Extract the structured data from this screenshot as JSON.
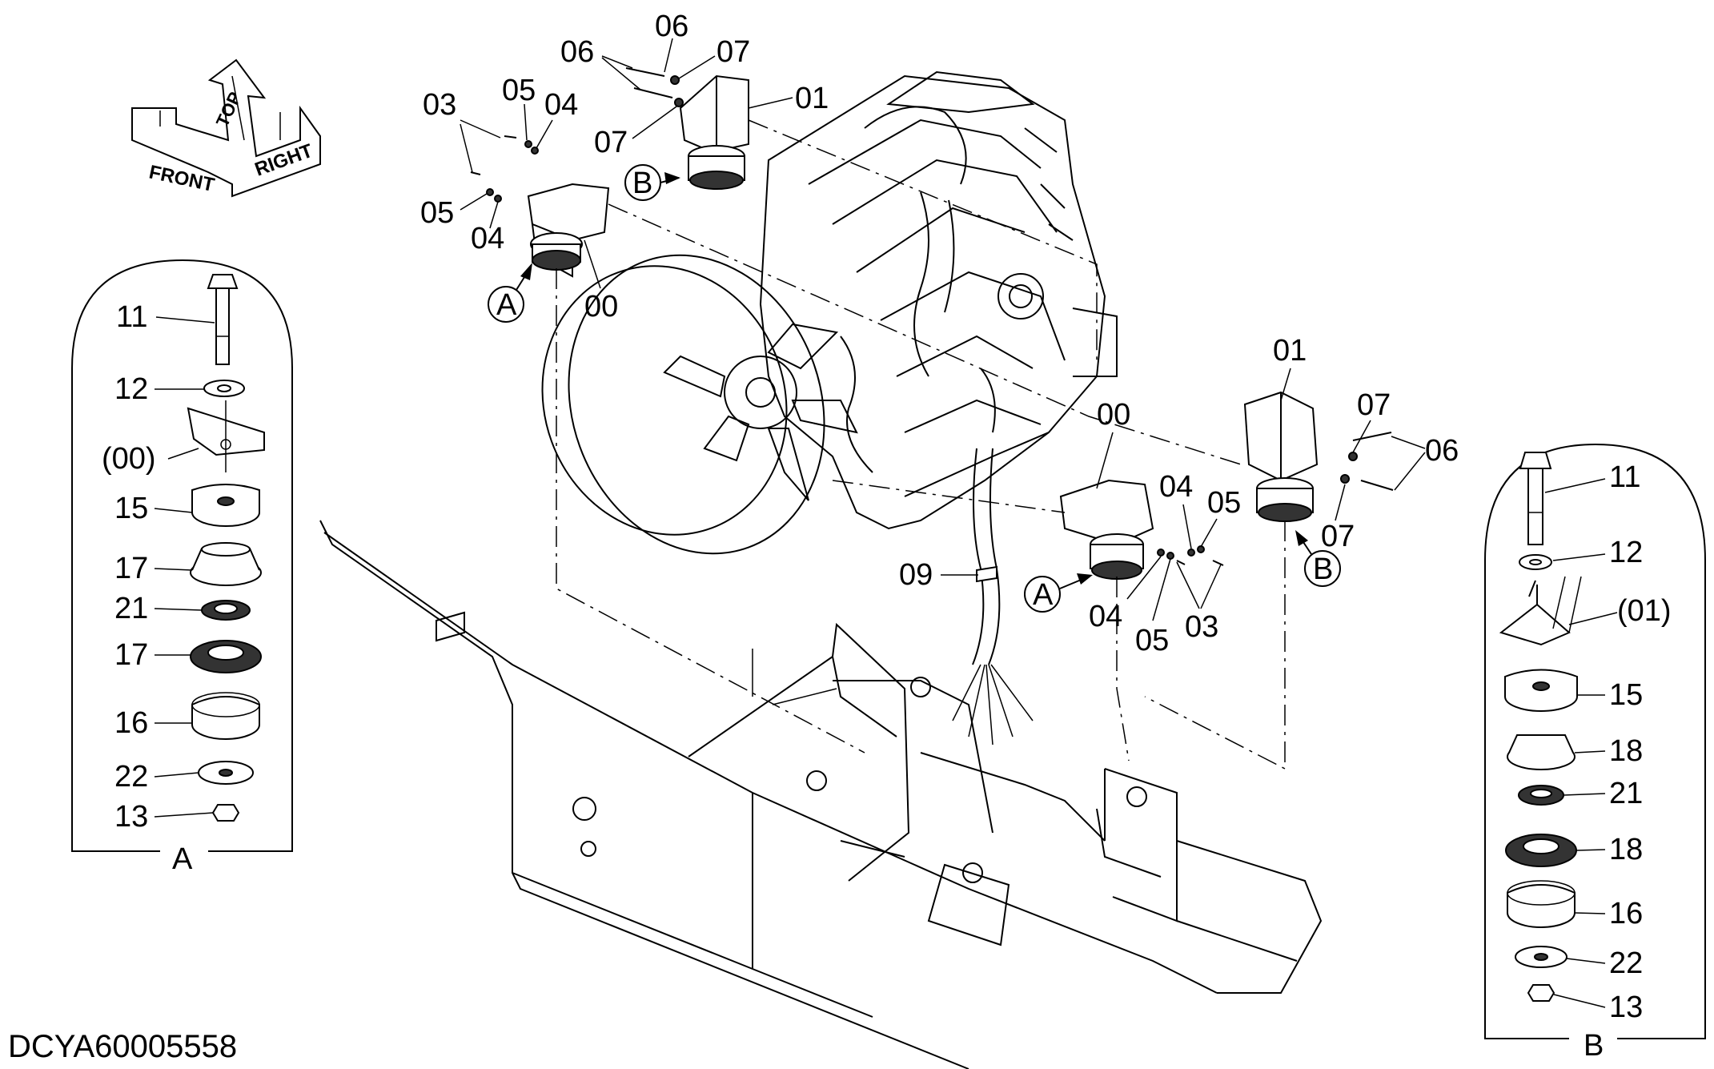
{
  "drawing_id": "DCYA60005558",
  "orientation": {
    "labels": [
      "FRONT",
      "TOP",
      "RIGHT"
    ]
  },
  "detail_a": {
    "title": "A",
    "items": [
      "11",
      "12",
      "(00)",
      "15",
      "17",
      "21",
      "17",
      "16",
      "22",
      "13"
    ]
  },
  "detail_b": {
    "title": "B",
    "items": [
      "11",
      "12",
      "(01)",
      "15",
      "18",
      "21",
      "18",
      "16",
      "22",
      "13"
    ]
  },
  "callouts": {
    "upper": [
      "06",
      "06",
      "07",
      "01",
      "07",
      "03",
      "05",
      "04",
      "05",
      "04",
      "00"
    ],
    "lower": [
      "01",
      "07",
      "06",
      "07",
      "00",
      "04",
      "05",
      "03",
      "05",
      "04",
      "09"
    ],
    "view_markers": [
      "A",
      "B",
      "A",
      "B"
    ]
  }
}
